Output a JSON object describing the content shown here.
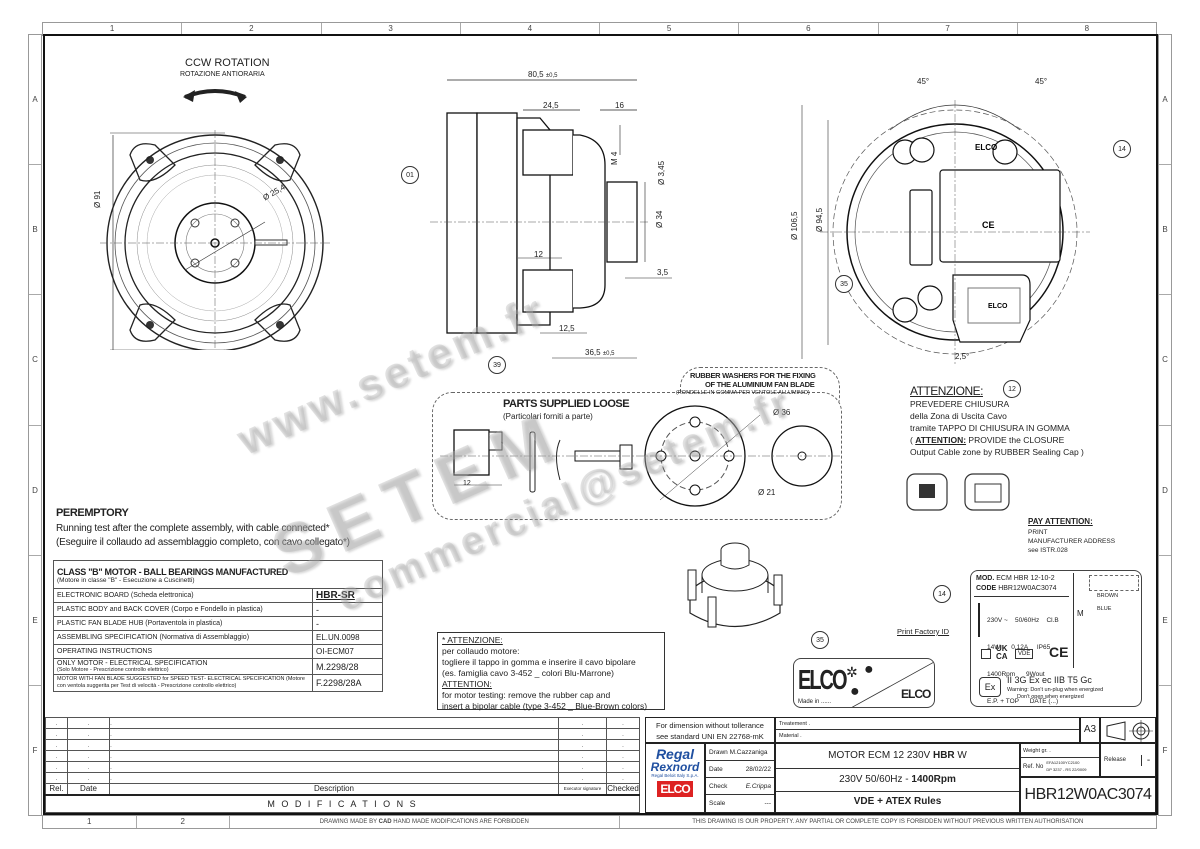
{
  "sheet": {
    "zones_top": [
      "1",
      "2",
      "3",
      "4",
      "5",
      "6",
      "7",
      "8"
    ],
    "zones_side": [
      "A",
      "B",
      "C",
      "D",
      "E",
      "F"
    ],
    "format": "A3"
  },
  "front_view": {
    "title": "CCW ROTATION",
    "subtitle": "ROTAZIONE ANTIORARIA",
    "dim_diameter": "Ø 91",
    "dim_hub": "Ø 25,4"
  },
  "side_view": {
    "balloon_body": "01",
    "balloon_connector": "39",
    "dims": {
      "overall": "80,5",
      "overall_tol": "±0,5",
      "a": "24,5",
      "b": "16",
      "m4": "M 4",
      "d345": "Ø 3,45",
      "d34": "Ø 34",
      "w12": "12",
      "w35": "3,5",
      "w125": "12,5",
      "w365": "36,5",
      "w365_tol": "±0,5"
    }
  },
  "rear_view": {
    "angle1": "45°",
    "angle2": "45°",
    "angle3": "2,5°",
    "dim_outer": "Ø 106,5",
    "dim_inner": "Ø 94,5",
    "balloon_label": "14",
    "balloon_elco": "35"
  },
  "parts_loose": {
    "title": "PARTS SUPPLIED LOOSE",
    "subtitle": "(Particolari forniti a parte)",
    "dim_12": "12",
    "washers_title_1": "RUBBER WASHERS FOR THE FIXING",
    "washers_title_2": "OF THE ALUMINIUM FAN BLADE",
    "washers_subtitle": "(RONDELLE IN GOMMA PER VENTOLE ALLUMINIO)",
    "d36": "Ø 36",
    "d21": "Ø 21"
  },
  "attention_cap": {
    "balloon": "12",
    "title": "ATTENZIONE:",
    "lines": [
      "PREVEDERE CHIUSURA",
      "della Zona di Uscita Cavo",
      "tramite TAPPO DI CHIUSURA IN GOMMA"
    ],
    "en_label": "ATTENTION:",
    "en_line1": " PROVIDE the CLOSURE",
    "en_line2": "Output Cable zone by RUBBER Sealing Cap )",
    "en_open": "( "
  },
  "peremptory": {
    "title": "PEREMPTORY",
    "line1": "Running test after the complete assembly,  with cable connected*",
    "line2": "(Eseguire il collaudo ad assemblaggio completo,  con cavo collegato*)"
  },
  "spec_table": {
    "title": "CLASS \"B\" MOTOR  -  BALL BEARINGS MANUFACTURED",
    "subtitle": "(Motore in classe \"B\"  -  Esecuzione a Cuscinetti)",
    "rows": [
      {
        "label": "ELECTRONIC BOARD  (Scheda elettronica)",
        "value": "HBR-SR"
      },
      {
        "label": "PLASTIC BODY and BACK COVER  (Corpo e Fondello in plastica)",
        "value": "-"
      },
      {
        "label": "PLASTIC FAN BLADE HUB  (Portaventola in plastica)",
        "value": "-"
      },
      {
        "label": "ASSEMBLING SPECIFICATION  (Normativa di Assemblaggio)",
        "value": "EL.UN.0098"
      },
      {
        "label": "OPERATING INSTRUCTIONS",
        "value": "OI-ECM07"
      },
      {
        "label": "ONLY MOTOR - ELECTRICAL SPECIFICATION",
        "sub": "(Solo Motore - Prescrizione controllo elettrico)",
        "value": "M.2298/28"
      },
      {
        "label": "MOTOR WITH FAN BLADE SUGGESTED for SPEED TEST- ELECTRICAL SPECIFICATION",
        "sub": "(Motore con ventola suggerita per Test di velocità - Prescrizione controllo elettrico)",
        "value": "F.2298/28A"
      }
    ]
  },
  "test_note": {
    "title": "* ATTENZIONE:",
    "it_lines": [
      "per collaudo motore:",
      "togliere il tappo in gomma  e  inserire il cavo bipolare",
      "(es. famiglia cavo 3-452  _  colori Blu-Marrone)"
    ],
    "en_title": "ATTENTION:",
    "en_lines": [
      "for motor testing: remove the rubber cap and",
      "insert a bipolar cable (type 3-452 _ Blue-Brown colors)"
    ]
  },
  "elco_label": {
    "balloon": "35",
    "brand": "ELCO",
    "made_in": "Made in ......"
  },
  "pay_attention": {
    "title": "PAY ATTENTION:",
    "lines": [
      "PRINT",
      "MANUFACTURER ADDRESS",
      "see ISTR.028"
    ]
  },
  "rating_plate": {
    "balloon": "14",
    "print_factory": "Print Factory ID",
    "mod_label": "MOD.",
    "mod_value": "ECM  HBR 12-10-2",
    "code_label": "CODE",
    "code_value": "HBR12W0AC3074",
    "lines": [
      "230V ~    50/60Hz    Cl.B",
      "14W      0,12A     IP65",
      "1400Rpm      9Wout",
      "E.P. + TOP      DATE (...)"
    ],
    "wire1": "BROWN",
    "wire2": "BLUE",
    "motor_symbol": "M",
    "marks": [
      "UK CA",
      "VDE",
      "CE"
    ],
    "vde_sub": "REG-E225",
    "atex": "II 3G  Ex ec  IIB T5 Gc",
    "warn1": "Warning: Don't un-plug when energized",
    "warn2": "Don't open when energized"
  },
  "modifications": {
    "rows": [
      [
        ".",
        ".",
        ".",
        ".",
        "."
      ],
      [
        ".",
        ".",
        ".",
        ".",
        "."
      ],
      [
        ".",
        ".",
        ".",
        ".",
        "."
      ],
      [
        ".",
        ".",
        ".",
        ".",
        "."
      ],
      [
        ".",
        ".",
        ".",
        ".",
        "."
      ],
      [
        ".",
        ".",
        ".",
        ".",
        "."
      ]
    ],
    "headers": [
      "Rel.",
      "Date",
      "Description",
      "Executor signature",
      "Checked"
    ],
    "title": "M O D I F I C A T I O N S"
  },
  "title_block": {
    "tolerance_1": "For dimension without tollerance",
    "tolerance_2": "see standard UNI EN 22768-mK",
    "brand_1": "Regal",
    "brand_2": "Rexnord",
    "brand_sub": "Regal Beloit Italy S.p.A.",
    "brand_elco": "ELCO",
    "drawn": "Drawn  M.Cazzaniga",
    "date_label": "Date",
    "date_value": "28/02/22",
    "check_label": "Check",
    "check_value": "E.Crippa",
    "scale_label": "Scale",
    "scale_value": "---",
    "treatment": "Treatement   .",
    "material": "Material   .",
    "title_1a": "MOTOR  ECM  12  230V ",
    "title_1b": "HBR",
    "title_1c": " W",
    "title_2a": "230V   50/60Hz   -  ",
    "title_2b": "1400Rpm",
    "title_3": "VDE + ATEX  Rules",
    "weight": "Weight gr.          .",
    "refno_label": "Ref. No",
    "refno_1": "EFA12100YC2100",
    "refno_2": "DP 3237 - RS 22/0009",
    "release_label": "Release",
    "release_value": "-",
    "format": "A3",
    "drawing_no": "HBR12W0AC3074"
  },
  "footer": {
    "cad_a": "DRAWING MADE BY ",
    "cad_b": "CAD",
    "cad_c": " HAND MADE MODIFICATIONS ARE FORBIDDEN",
    "property": "THIS DRAWING IS OUR PROPERTY. ANY PARTIAL OR COMPLETE COPY IS FORBIDDEN WITHOUT PREVIOUS WRITTEN AUTHORISATION",
    "zone1": "1",
    "zone2": "2"
  },
  "watermark": {
    "url": "www.setem.fr",
    "brand": "SETEM",
    "email": "commercial@setem.fr"
  }
}
